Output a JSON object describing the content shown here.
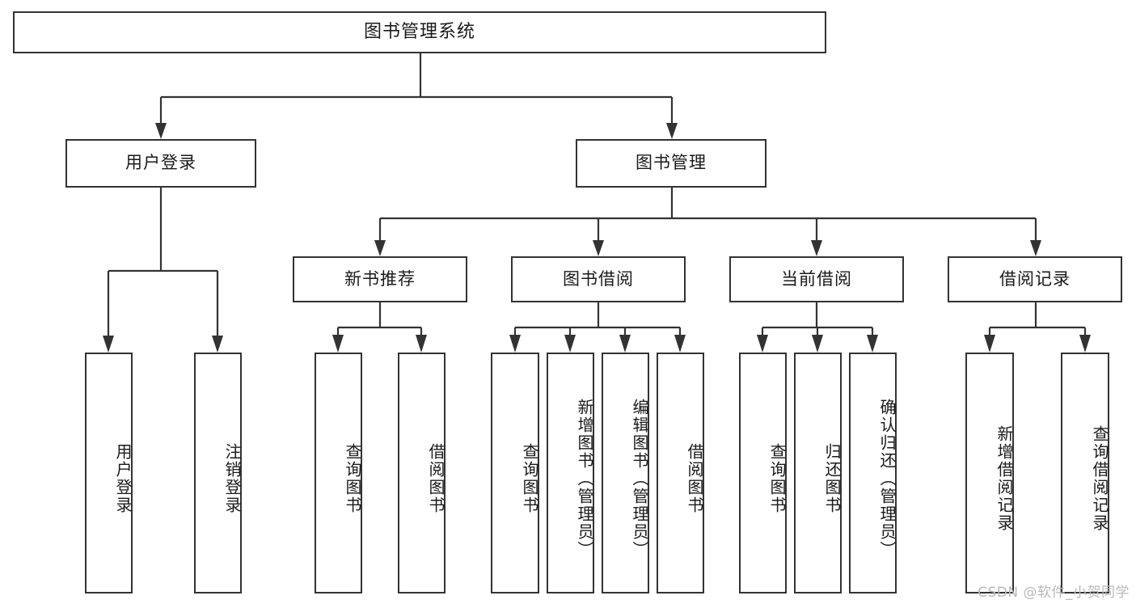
{
  "diagram": {
    "title": "图书管理系统",
    "type": "hierarchy-tree",
    "root": {
      "label": "图书管理系统"
    },
    "level2": [
      {
        "label": "用户登录"
      },
      {
        "label": "图书管理"
      }
    ],
    "level3": [
      {
        "label": "新书推荐"
      },
      {
        "label": "图书借阅"
      },
      {
        "label": "当前借阅"
      },
      {
        "label": "借阅记录"
      }
    ],
    "leaves": {
      "user_login": [
        {
          "label": "用户登录"
        },
        {
          "label": "注销登录"
        }
      ],
      "new_book_recommend": [
        {
          "label": "查询图书"
        },
        {
          "label": "借阅图书"
        }
      ],
      "book_borrow": [
        {
          "label": "查询图书"
        },
        {
          "label": "新增图书（管理员）"
        },
        {
          "label": "编辑图书（管理员）"
        },
        {
          "label": "借阅图书"
        }
      ],
      "current_borrow": [
        {
          "label": "查询图书"
        },
        {
          "label": "归还图书"
        },
        {
          "label": "确认归还（管理员）"
        }
      ],
      "borrow_record": [
        {
          "label": "新增借阅记录"
        },
        {
          "label": "查询借阅记录"
        }
      ]
    }
  },
  "watermark": {
    "text": "CSDN @软件_小贺同学"
  },
  "colors": {
    "stroke": "#333333",
    "text": "#1a1a1a",
    "background": "#ffffff",
    "watermark": "#b9b9b9"
  }
}
